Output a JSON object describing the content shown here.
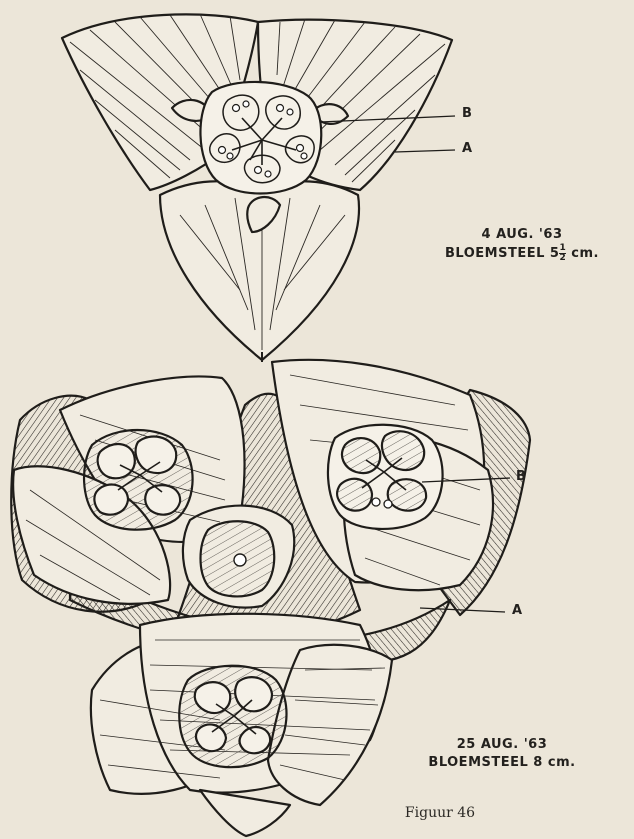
{
  "figure": {
    "caption": "Figuur 46",
    "upper": {
      "date": "4 AUG. '63",
      "stem_label": "BLOEMSTEEL",
      "stem_whole": "5",
      "stem_frac_num": "1",
      "stem_frac_den": "2",
      "stem_unit": "cm.",
      "pointer_a": "A",
      "pointer_b": "B"
    },
    "lower": {
      "date": "25 AUG. '63",
      "stem_text": "BLOEMSTEEL 8 cm.",
      "pointer_a": "A",
      "pointer_b": "B"
    }
  },
  "colors": {
    "paper": "#ece6d9",
    "ink": "#23211e"
  }
}
